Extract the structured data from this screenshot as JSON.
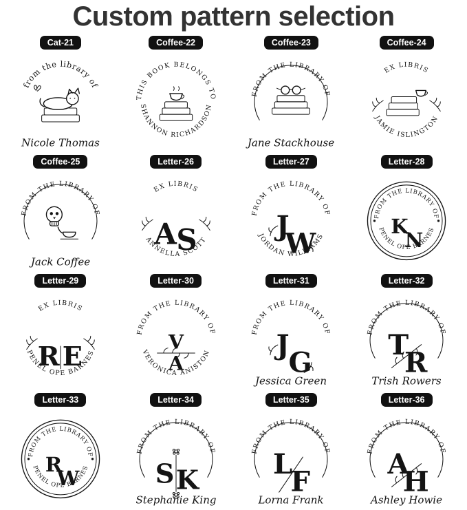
{
  "title": "Custom pattern selection",
  "colors": {
    "background": "#ffffff",
    "ink": "#141414",
    "badge_bg": "#111111",
    "badge_text": "#ffffff",
    "title_text": "#333333"
  },
  "stamps": [
    {
      "label": "Cat-21",
      "top_text": "from the library of",
      "top_case": "mixed",
      "script_name": "Nicole Thomas",
      "art": "cat-on-books",
      "border": "none"
    },
    {
      "label": "Coffee-22",
      "top_text": "THIS BOOK BELONGS TO",
      "bottom_arc_text": "SHANNON RICHARDSON",
      "art": "coffee-on-books",
      "border": "none"
    },
    {
      "label": "Coffee-23",
      "top_text": "FROM THE LIBRARY OF",
      "script_name": "Jane Stackhouse",
      "art": "books-glasses",
      "border": "open-circle"
    },
    {
      "label": "Coffee-24",
      "top_text": "EX LIBRIS",
      "bottom_arc_text": "JAMIE ISLINGTON",
      "art": "books-coffee",
      "border": "none",
      "decor": "sprigs"
    },
    {
      "label": "Coffee-25",
      "top_text": "FROM THE LIBRARY OF",
      "script_name": "Jack Coffee",
      "art": "skeleton-coffee",
      "border": "open-circle"
    },
    {
      "label": "Letter-26",
      "top_text": "EX LIBRIS",
      "bottom_arc_text": "ANNELLA SCOTT",
      "monogram": {
        "letters": [
          "A",
          "S"
        ],
        "layout": "pair"
      },
      "border": "none",
      "decor": "sprigs"
    },
    {
      "label": "Letter-27",
      "top_text": "FROM THE LIBRARY OF",
      "bottom_arc_text": "JORDAN WILLIAMS",
      "monogram": {
        "letters": [
          "J",
          "W"
        ],
        "layout": "diag"
      },
      "border": "none",
      "decor": "vine"
    },
    {
      "label": "Letter-28",
      "top_text": "FROM THE LIBRARY OF",
      "bottom_arc_text": "PENEL OPE BARNES",
      "monogram": {
        "letters": [
          "K",
          "N"
        ],
        "layout": "diag"
      },
      "border": "double",
      "decor": "dots"
    },
    {
      "label": "Letter-29",
      "top_text": "EX LIBRIS",
      "bottom_arc_text": "PENEL OPE BARNES",
      "monogram": {
        "letters": [
          "R",
          "E"
        ],
        "layout": "pair",
        "divider": "bar"
      },
      "border": "none",
      "decor": "sprigs"
    },
    {
      "label": "Letter-30",
      "top_text": "FROM THE LIBRARY OF",
      "bottom_arc_text": "VERONICA ANISTON",
      "monogram": {
        "letters": [
          "V",
          "A"
        ],
        "layout": "stacked"
      },
      "border": "none",
      "decor": "branch"
    },
    {
      "label": "Letter-31",
      "top_text": "FROM THE LIBRARY OF",
      "script_name": "Jessica Green",
      "monogram": {
        "letters": [
          "J",
          "G"
        ],
        "layout": "diag"
      },
      "border": "none",
      "decor": "vine"
    },
    {
      "label": "Letter-32",
      "top_text": "FROM THE LIBRARY OF",
      "script_name": "Trish Rowers",
      "monogram": {
        "letters": [
          "T",
          "R"
        ],
        "layout": "diag"
      },
      "border": "open-circle",
      "decor": "branch-diag"
    },
    {
      "label": "Letter-33",
      "top_text": "FROM THE LIBRARY OF",
      "bottom_arc_text": "PENEL OPE BARNES",
      "monogram": {
        "letters": [
          "R",
          "W"
        ],
        "layout": "diag"
      },
      "border": "double",
      "decor": "dots"
    },
    {
      "label": "Letter-34",
      "top_text": "FROM THE LIBRARY OF",
      "script_name": "Stephanie King",
      "monogram": {
        "letters": [
          "S",
          "K"
        ],
        "layout": "pair",
        "divider": "line"
      },
      "border": "open-circle",
      "decor": "flowers"
    },
    {
      "label": "Letter-35",
      "top_text": "FROM THE LIBRARY OF",
      "script_name": "Lorna Frank",
      "monogram": {
        "letters": [
          "L",
          "F"
        ],
        "layout": "diag",
        "divider": "slash"
      },
      "border": "open-circle"
    },
    {
      "label": "Letter-36",
      "top_text": "FROM THE LIBRARY OF",
      "script_name": "Ashley Howie",
      "monogram": {
        "letters": [
          "A",
          "H"
        ],
        "layout": "diag"
      },
      "border": "open-circle",
      "decor": "branch-diag"
    }
  ]
}
